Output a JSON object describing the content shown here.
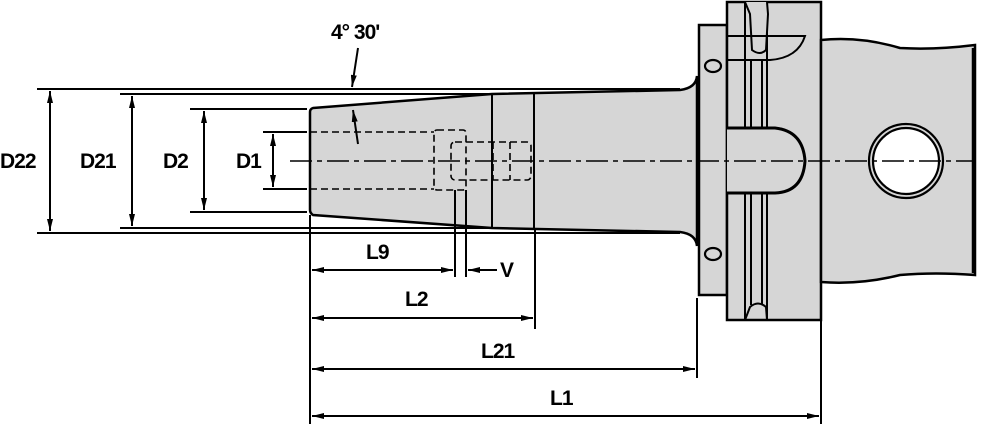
{
  "drawing": {
    "title": "Tool holder dimension drawing",
    "fill_color": "#d6d6d6",
    "line_color": "#000000",
    "angle_label": "4° 30'",
    "diameter_labels": {
      "d22": "D22",
      "d21": "D21",
      "d2": "D2",
      "d1": "D1"
    },
    "length_labels": {
      "l9": "L9",
      "v": "V",
      "l2": "L2",
      "l21": "L21",
      "l1": "L1"
    }
  }
}
